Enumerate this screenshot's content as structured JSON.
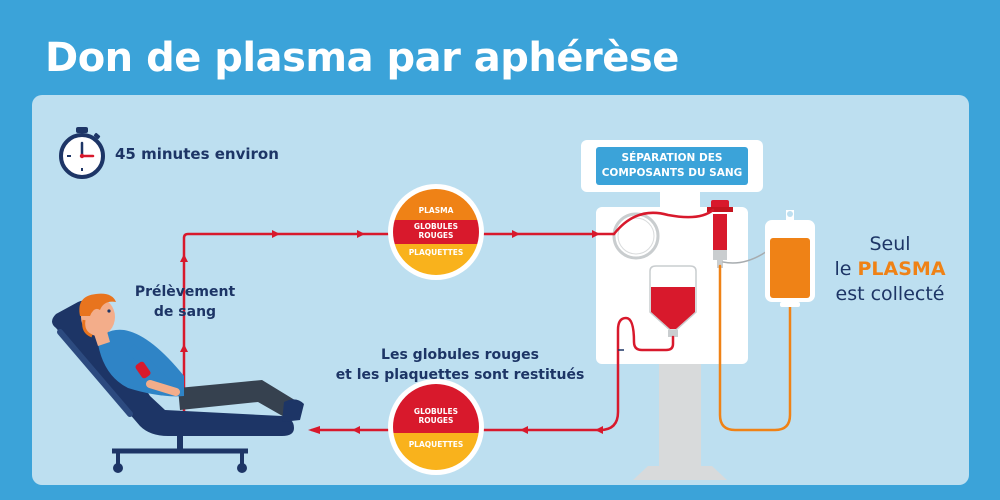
{
  "title": "Don de plasma par aphérèse",
  "duration": "45 minutes environ",
  "collection_label": [
    "Prélèvement",
    "de sang"
  ],
  "return_label": [
    "Les globules rouges",
    "et les plaquettes sont restitués"
  ],
  "machine_label": [
    "SÉPARATION DES",
    "COMPOSANTS DU SANG"
  ],
  "top_circle": [
    "PLASMA",
    "GLOBULES ROUGES",
    "PLAQUETTES"
  ],
  "bottom_circle": [
    "GLOBULES ROUGES",
    "PLAQUETTES"
  ],
  "result": {
    "line1": "Seul",
    "line2_prefix": "le ",
    "line2_highlight": "PLASMA",
    "line3": "est collecté"
  },
  "colors": {
    "background": "#3ba3d9",
    "panel": "#bddff0",
    "navy": "#1d3566",
    "red": "#d8192c",
    "orange": "#ef8216",
    "yellow": "#f9b21c",
    "plasma_band": "#f39a1f",
    "machine_white": "#ffffff",
    "machine_grey": "#d8dadb"
  }
}
